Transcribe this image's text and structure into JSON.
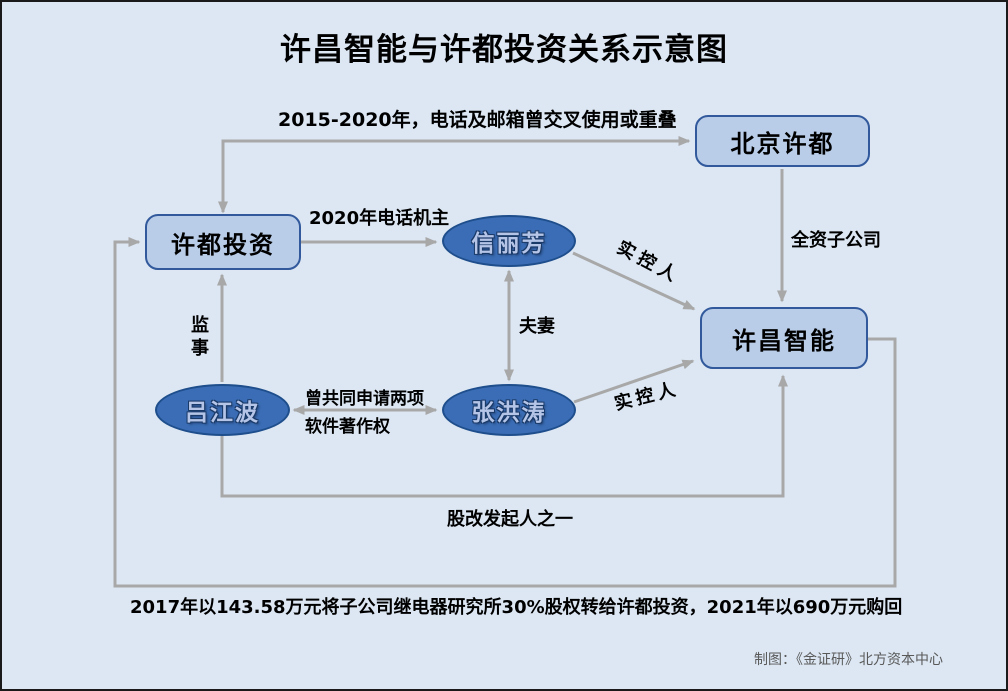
{
  "title": "许昌智能与许都投资关系示意图",
  "credit": "制图：《金证研》北方资本中心",
  "nodes": {
    "xudu_investment": "许都投资",
    "beijing_xudu": "北京许都",
    "xuchang_intelligent": "许昌智能",
    "xin_lifang": "信丽芳",
    "zhang_hongtao": "张洪涛",
    "lv_jiangbo": "吕江波"
  },
  "edge_labels": {
    "phone_email_overlap": "2015-2020年，电话及邮箱曾交叉使用或重叠",
    "phone_owner_2020": "2020年电话机主",
    "wholly_owned_subsidiary": "全资子公司",
    "actual_controller_xin": "实控人",
    "couple": "夫妻",
    "actual_controller_zhang": "实控人",
    "supervisor": "监事",
    "software_copyright_line1": "曾共同申请两项",
    "software_copyright_line2": "软件著作权",
    "reform_initiator": "股改发起人之一",
    "equity_transfer": "2017年以143.58万元将子公司继电器研究所30%股权转给许都投资，2021年以690万元购回"
  },
  "colors": {
    "background": "#dce7f3",
    "box_fill": "#b9cde9",
    "box_border": "#31599b",
    "ellipse_fill": "#3a6db5",
    "ellipse_border": "#1f4e8c",
    "ellipse_text": "#b5c5e8",
    "arrow": "#a8a8a8",
    "text": "#000000",
    "credit_text": "#595959"
  }
}
